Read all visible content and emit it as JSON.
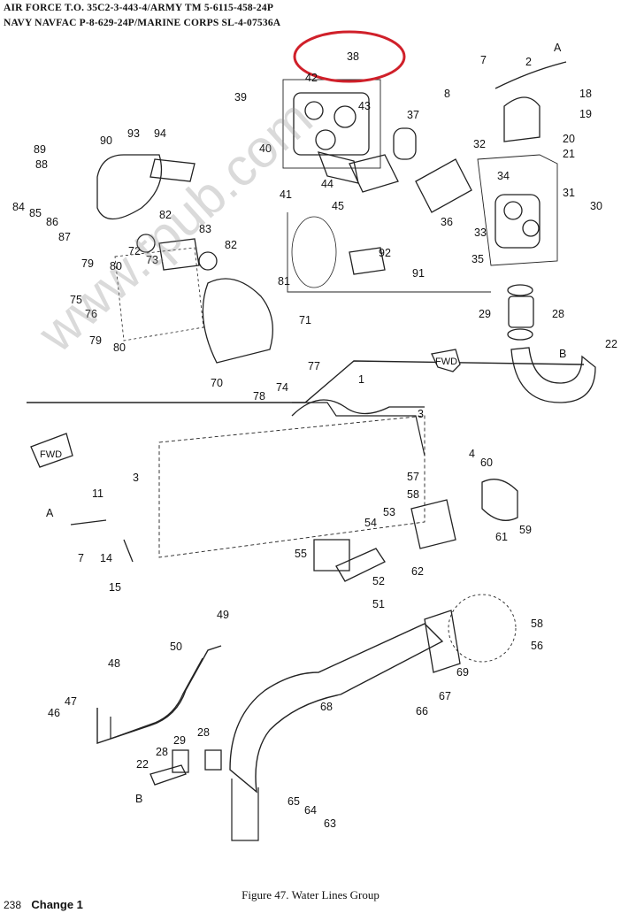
{
  "header": {
    "line1": "AIR FORCE T.O. 35C2-3-443-4/ARMY TM 5-6115-458-24P",
    "line2": "NAVY NAVFAC P-8-629-24P/MARINE CORPS SL-4-07536A"
  },
  "watermark": "www.tpub.com",
  "highlight": {
    "color": "#d0202a",
    "label": "38"
  },
  "callouts_top": [
    "38",
    "42",
    "39",
    "43",
    "40",
    "41",
    "44",
    "45",
    "37",
    "36",
    "7",
    "2",
    "A",
    "8",
    "18",
    "19",
    "20",
    "21",
    "32",
    "34",
    "33",
    "35",
    "31",
    "30",
    "89",
    "90",
    "88",
    "93",
    "94",
    "84",
    "85",
    "86",
    "87",
    "82",
    "83",
    "82",
    "72",
    "73",
    "79",
    "80",
    "75",
    "76",
    "79",
    "80",
    "81",
    "92",
    "91",
    "71",
    "77",
    "70",
    "78",
    "74",
    "29",
    "28",
    "22",
    "B",
    "FWD"
  ],
  "callouts_bottom": [
    "1",
    "3",
    "FWD",
    "11",
    "3",
    "A",
    "7",
    "14",
    "15",
    "4",
    "57",
    "58",
    "60",
    "59",
    "53",
    "54",
    "55",
    "62",
    "61",
    "52",
    "51",
    "49",
    "50",
    "48",
    "47",
    "46",
    "29",
    "28",
    "28",
    "22",
    "B",
    "69",
    "68",
    "67",
    "66",
    "58",
    "56",
    "65",
    "64",
    "63"
  ],
  "caption": "Figure 47.  Water Lines Group",
  "footer": {
    "page": "238",
    "change": "Change 1"
  }
}
